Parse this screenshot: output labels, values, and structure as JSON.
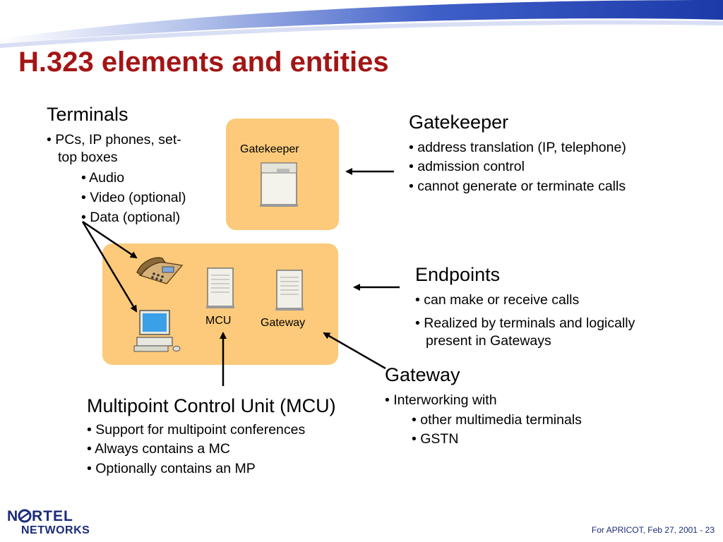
{
  "title": "H.323 elements and entities",
  "terminals": {
    "heading": "Terminals",
    "line1": "• PCs, IP phones, set-",
    "line2": "top boxes",
    "sub": [
      "• Audio",
      "• Video (optional)",
      "• Data (optional)"
    ]
  },
  "gatekeeper_box": {
    "label": "Gatekeeper"
  },
  "gatekeeper": {
    "heading": "Gatekeeper",
    "bullets": [
      "• address translation (IP, telephone)",
      "• admission control",
      "• cannot generate or terminate calls"
    ]
  },
  "endpoint_box": {
    "mcu_label": "MCU",
    "gateway_label": "Gateway"
  },
  "endpoints": {
    "heading": "Endpoints",
    "bullet1": "• can make or receive calls",
    "bullet2_line1": "• Realized by terminals and logically",
    "bullet2_line2": "present in Gateways"
  },
  "gateway": {
    "heading": "Gateway",
    "bullet": "• Interworking with",
    "sub": [
      "•  other multimedia terminals",
      "•  GSTN"
    ]
  },
  "mcu": {
    "heading": "Multipoint Control Unit (MCU)",
    "bullets": [
      "• Support for multipoint conferences",
      "• Always contains a MC",
      "• Optionally contains an MP"
    ]
  },
  "footer": "For APRICOT, Feb 27, 2001 - 23",
  "logo": "NORTEL NETWORKS",
  "colors": {
    "title": "#a31515",
    "box": "#fcca7a",
    "brand": "#1b2c7a"
  }
}
